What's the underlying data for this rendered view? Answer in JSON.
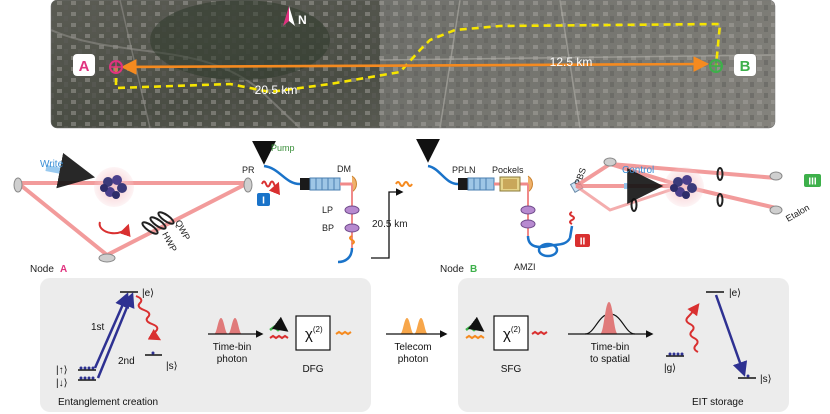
{
  "map": {
    "north": "N",
    "node_a": "A",
    "node_b": "B",
    "dist_long": "20.5 km",
    "dist_straight": "12.5 km"
  },
  "setup": {
    "write": "Write",
    "pump": "Pump",
    "control": "Control",
    "pr": "PR",
    "dm": "DM",
    "lp": "LP",
    "bp": "BP",
    "qwp": "QWP",
    "hwp": "HWP",
    "ppln": "PPLN",
    "pockels": "Pockels",
    "pbs": "PBS",
    "amzi": "AMZI",
    "etalon": "Etalon",
    "fiber": "20.5 km",
    "badge1": "I",
    "badge2": "II",
    "badge3": "III",
    "node_a_word": "Node",
    "node_a_letter": "A",
    "node_b_word": "Node",
    "node_b_letter": "B"
  },
  "schemes": {
    "level_e": "|e⟩",
    "level_s": "|s⟩",
    "level_up": "|↑⟩",
    "level_down": "|↓⟩",
    "first": "1st",
    "second": "2nd",
    "timebin_1": "Time-bin",
    "timebin_2": "photon",
    "chi": "χ",
    "chi_sup": "(2)",
    "dfg": "DFG",
    "telecom_1": "Telecom",
    "telecom_2": "photon",
    "sfg": "SFG",
    "tb2s_1": "Time-bin",
    "tb2s_2": "to spatial",
    "level_g": "|g⟩",
    "level_e2": "|e⟩",
    "level_s2": "|s⟩",
    "ent_creation": "Entanglement creation",
    "eit": "EIT storage"
  },
  "colors": {
    "beam": "#f08a8a",
    "fiber": "#1a73c9",
    "pink": "#e0337f",
    "green": "#3db04a",
    "orange": "#f58a1f",
    "red": "#d93030",
    "navy": "#2e3192",
    "panel": "#ececec"
  }
}
